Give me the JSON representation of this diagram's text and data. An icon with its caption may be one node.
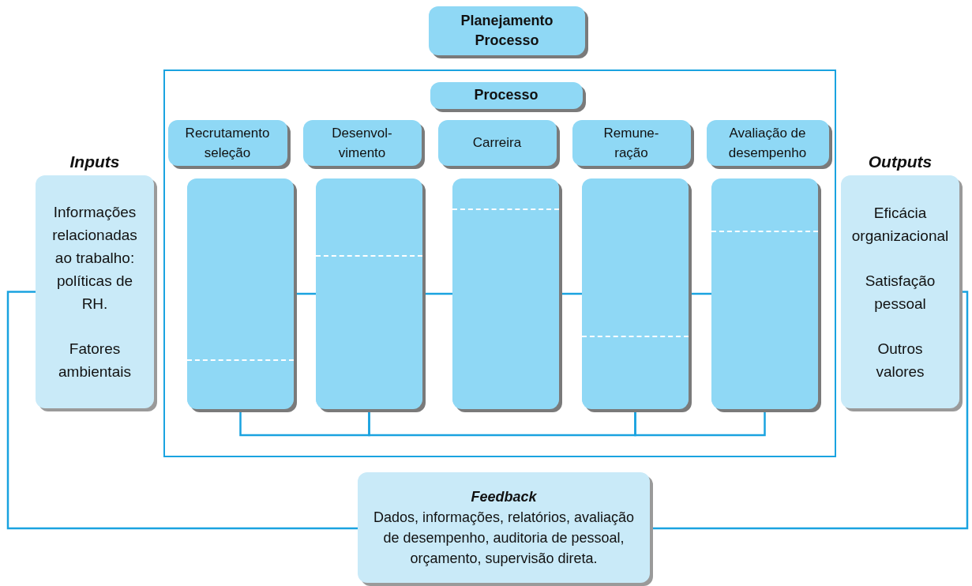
{
  "diagram": {
    "nodes": [
      {
        "text": [
          "Planejamento Processo"
        ]
      },
      {
        "text": [],
        "shape": "box"
      },
      {
        "text": [
          "Processo"
        ],
        "in": 1
      },
      {
        "text": [
          "Recrutamento seleção"
        ],
        "in": 1
      },
      {
        "text": [
          "Desenvol- vimento"
        ],
        "in": 1
      },
      {
        "text": [
          "Carreira"
        ],
        "in": 1
      },
      {
        "text": [
          "Remune- ração"
        ],
        "in": 1
      },
      {
        "text": [
          "Avaliação de desempenho"
        ],
        "in": 1
      },
      {
        "text": [],
        "shape": "bar",
        "in": 1
      },
      {
        "text": [],
        "shape": "bar",
        "in": 1
      },
      {
        "text": [],
        "shape": "bar",
        "in": 1
      },
      {
        "text": [],
        "shape": "bar",
        "in": 1
      },
      {
        "text": [],
        "shape": "bar",
        "in": 1
      },
      {
        "text": [
          "Inputs",
          "Informações relacionadas ao trabalho: políticas de RH.",
          "Fatores ambientais"
        ]
      },
      {
        "text": [
          "Outputs",
          "Eficácia organizacional",
          "Satisfação pessoal",
          "Outros valores"
        ]
      },
      {
        "text": [
          "Feedback",
          "Dados, informações, relatórios, avaliação de desempenho, auditoria de pessoal, orçamento, supervisão direta."
        ]
      }
    ],
    "edges": [
      {
        "from": 8,
        "to": 9,
        "arrow": "none"
      },
      {
        "from": 9,
        "to": 10,
        "arrow": "none"
      },
      {
        "from": 10,
        "to": 11,
        "arrow": "none"
      },
      {
        "from": 11,
        "to": 12,
        "arrow": "none"
      },
      {
        "from": 8,
        "to": 9,
        "arrow": "none"
      },
      {
        "from": 9,
        "to": 11,
        "arrow": "none"
      },
      {
        "from": 11,
        "to": 12,
        "arrow": "none"
      },
      {
        "from": 14,
        "to": 15,
        "arrow": "none"
      },
      {
        "from": 15,
        "to": 13,
        "arrow": "none"
      }
    ]
  }
}
